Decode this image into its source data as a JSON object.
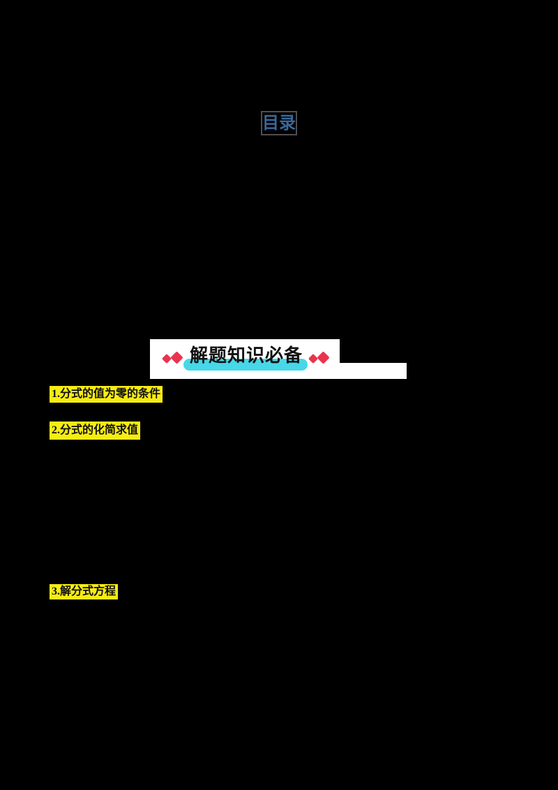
{
  "colors": {
    "page-bg": "#000000",
    "banner-bg": "#FFFFFF",
    "yellow": "#F7EC13",
    "cyan": "#47D7E9",
    "red": "#E9334F",
    "blue": "#3A689B",
    "gray-border": "#4F4F4F",
    "text-black": "#111111"
  },
  "toc": {
    "label": "目录"
  },
  "banner": {
    "title": "解题知识必备"
  },
  "sections": [
    {
      "number": "1.",
      "label": "分式的值为零的条件"
    },
    {
      "number": "2.",
      "label": "分式的化简求值"
    },
    {
      "number": "3.",
      "label": "解分式方程"
    }
  ]
}
